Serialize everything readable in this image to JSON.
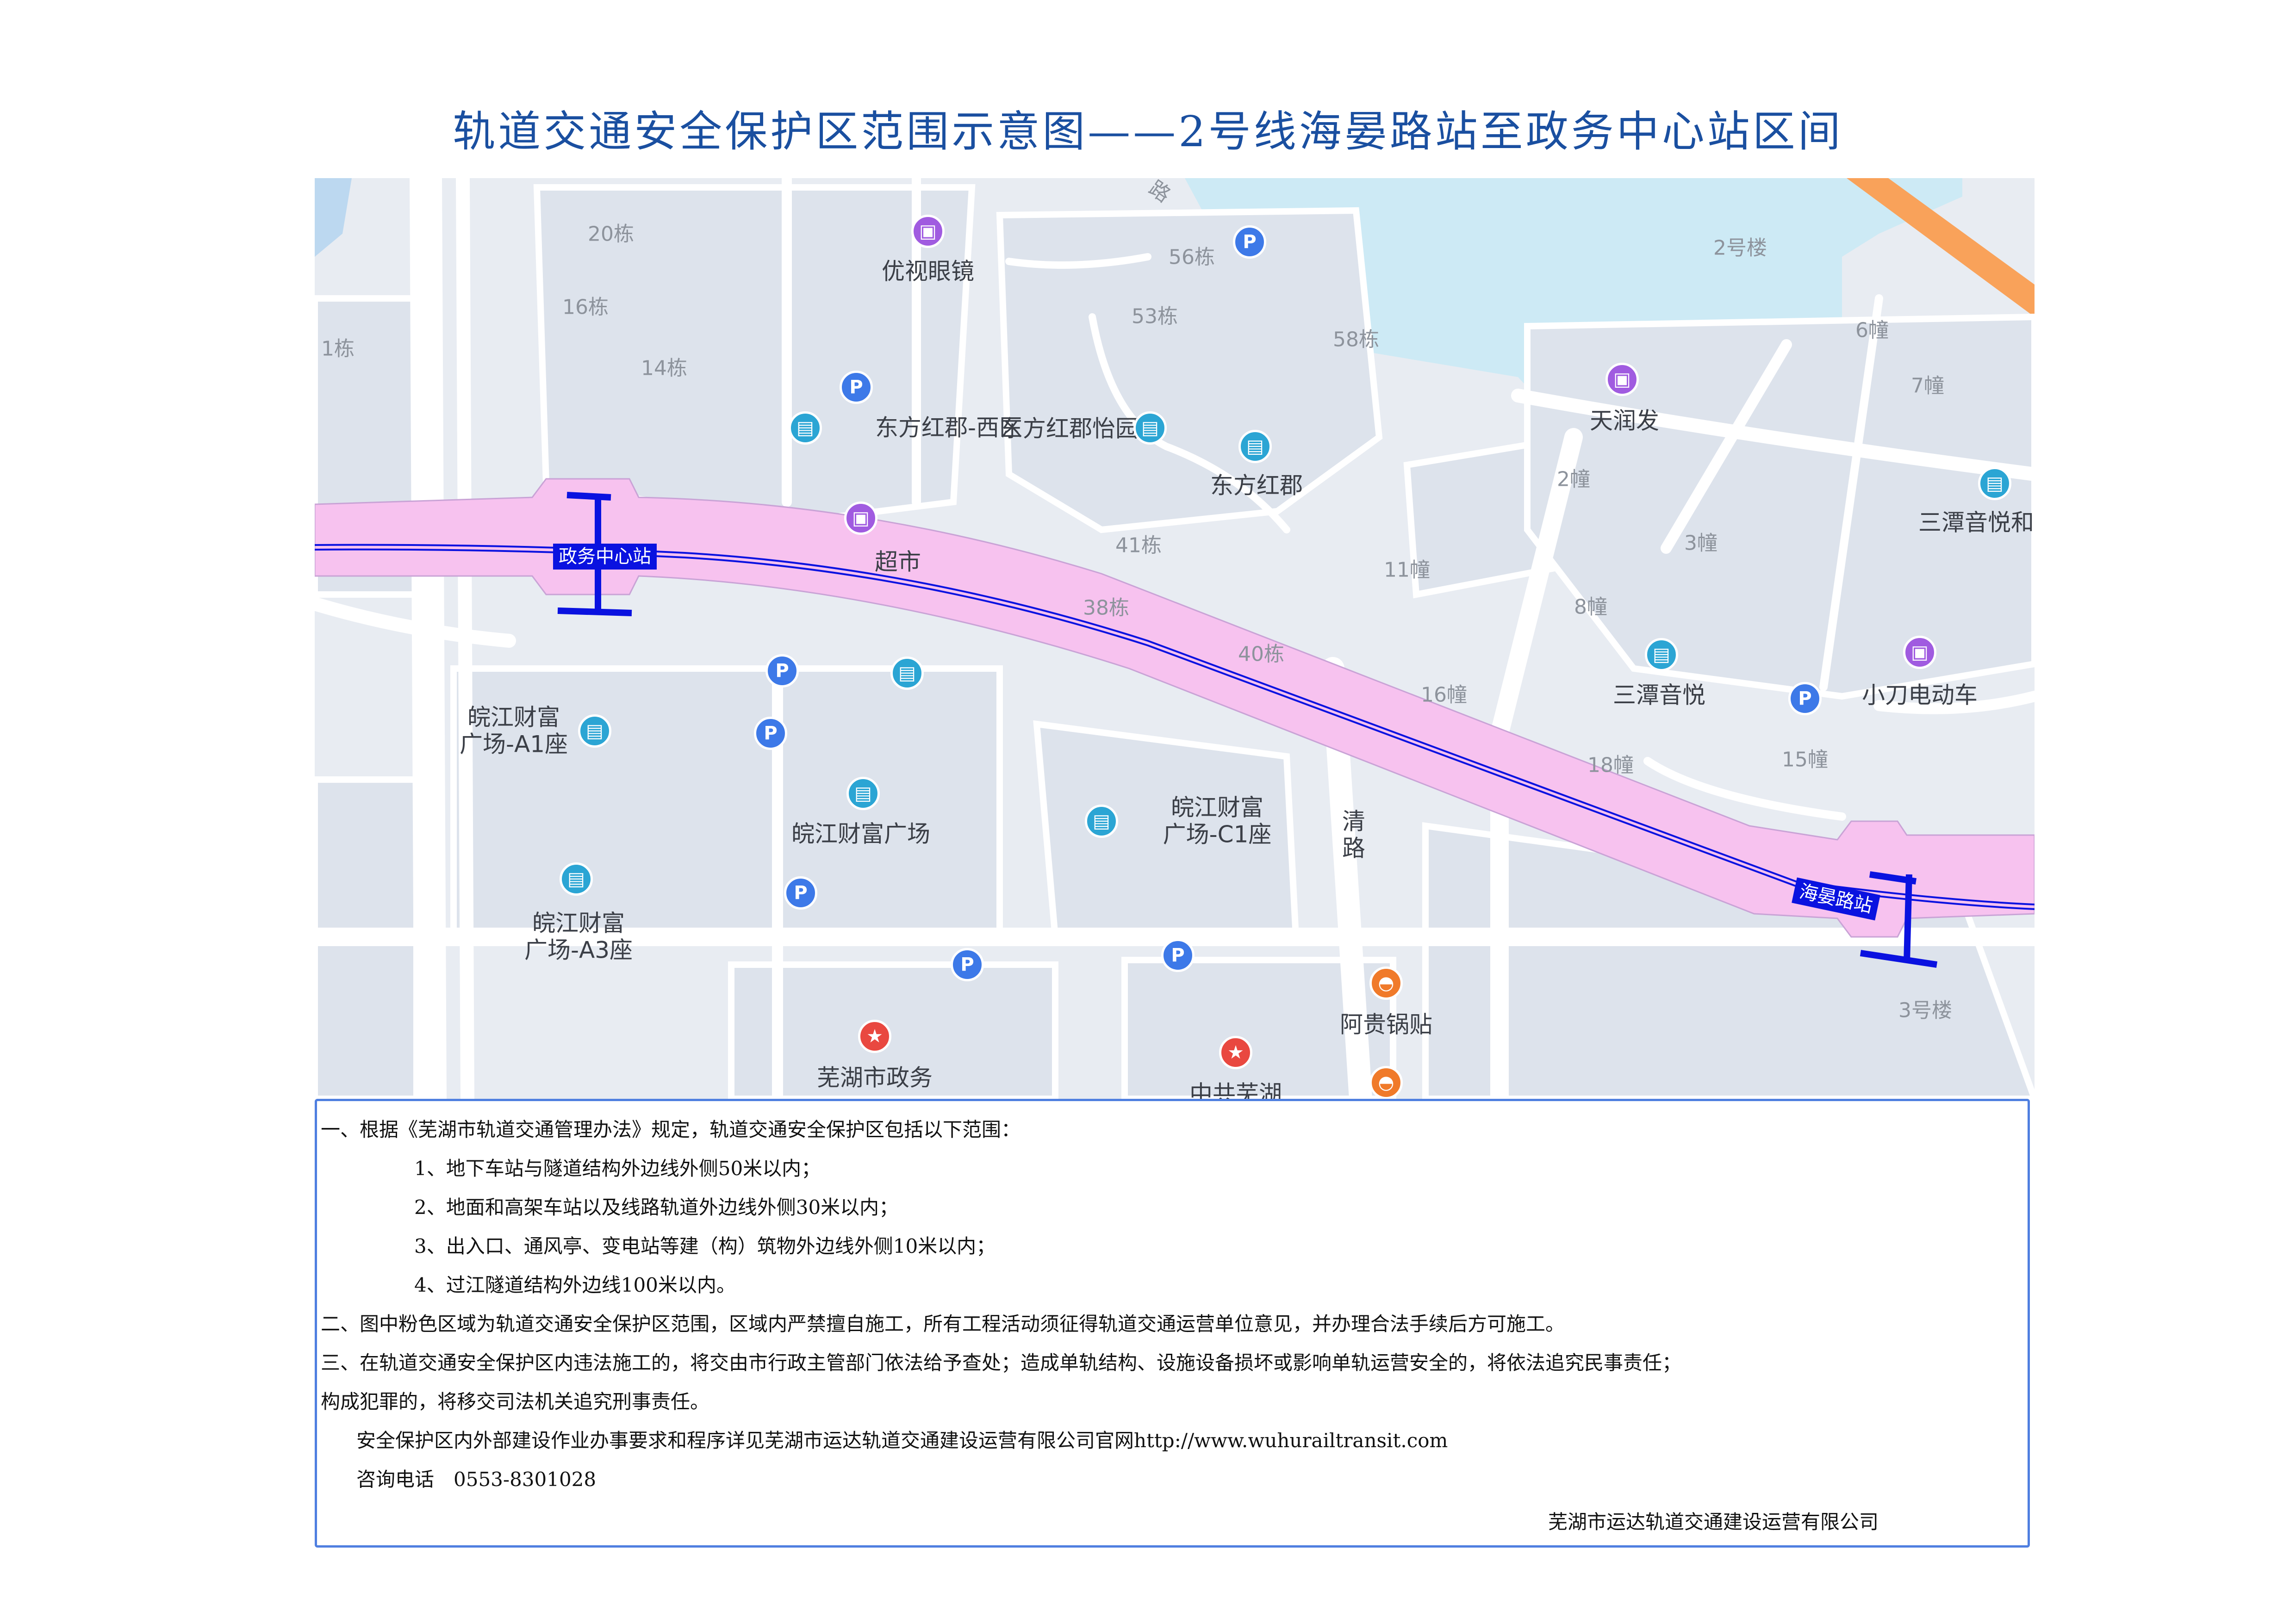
{
  "title": "轨道交通安全保护区范围示意图——2号线海晏路站至政务中心站区间",
  "colors": {
    "protection_zone": "#f7c2ef",
    "track": "#0a12e0",
    "station": "#0a12e0",
    "title": "#1a4fa0",
    "border": "#4f7fe0"
  },
  "map": {
    "stations": [
      {
        "name": "政务中心站"
      },
      {
        "name": "海晏路站"
      }
    ],
    "labels": [
      "20栋",
      "16栋",
      "14栋",
      "1栋",
      "56栋",
      "53栋",
      "58栋",
      "2号楼",
      "6幢",
      "7幢",
      "41栋",
      "38栋",
      "40栋",
      "2幢",
      "3幢",
      "11幢",
      "8幢",
      "16幢",
      "18幢",
      "15幢",
      "3号楼",
      "优视眼镜",
      "东方红郡-西区",
      "东方红郡怡园",
      "东方红郡",
      "天润发",
      "三潭音悦和",
      "超市",
      "皖江财富广场-A1座",
      "皖江财富广场",
      "皖江财富广场-C1座",
      "皖江财富广场-A3座",
      "三潭音悦",
      "小刀电动车",
      "清路",
      "阿贵锅贴",
      "芜湖市政务",
      "中共芜湖",
      "路"
    ],
    "icons": [
      "parking-icon",
      "shopping-icon",
      "building-icon",
      "government-icon",
      "restaurant-icon"
    ]
  },
  "notes": {
    "intro": "一、根据《芜湖市轨道交通管理办法》规定，轨道交通安全保护区包括以下范围：",
    "items": [
      "1、地下车站与隧道结构外边线外侧50米以内；",
      "2、地面和高架车站以及线路轨道外边线外侧30米以内；",
      "3、出入口、通风亭、变电站等建（构）筑物外边线外侧10米以内；",
      "4、过江隧道结构外边线100米以内。"
    ],
    "second": "二、图中粉色区域为轨道交通安全保护区范围，区域内严禁擅自施工，所有工程活动须征得轨道交通运营单位意见，并办理合法手续后方可施工。",
    "third_line1": "三、在轨道交通安全保护区内违法施工的，将交由市行政主管部门依法给予查处；造成单轨结构、设施设备损坏或影响单轨运营安全的，将依法追究民事责任；",
    "third_line2": "构成犯罪的，将移交司法机关追究刑事责任。",
    "info": "安全保护区内外部建设作业办事要求和程序详见芜湖市运达轨道交通建设运营有限公司官网http://www.wuhurailtransit.com",
    "phone": "咨询电话　0553-8301028",
    "company": "芜湖市运达轨道交通建设运营有限公司"
  }
}
